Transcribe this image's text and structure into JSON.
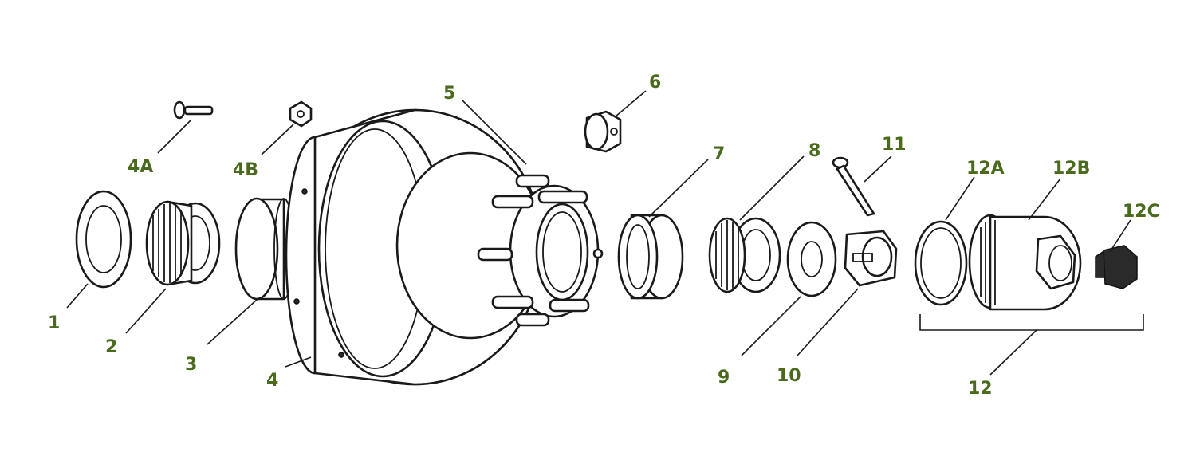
{
  "label_color": "#4a6b1e",
  "labels": {
    "p1": "1",
    "p2": "2",
    "p3": "3",
    "p4": "4",
    "p4a": "4A",
    "p4b": "4B",
    "p5": "5",
    "p6": "6",
    "p7": "7",
    "p8": "8",
    "p9": "9",
    "p10": "10",
    "p11": "11",
    "p12": "12",
    "p12a": "12A",
    "p12b": "12B",
    "p12c": "12C"
  }
}
